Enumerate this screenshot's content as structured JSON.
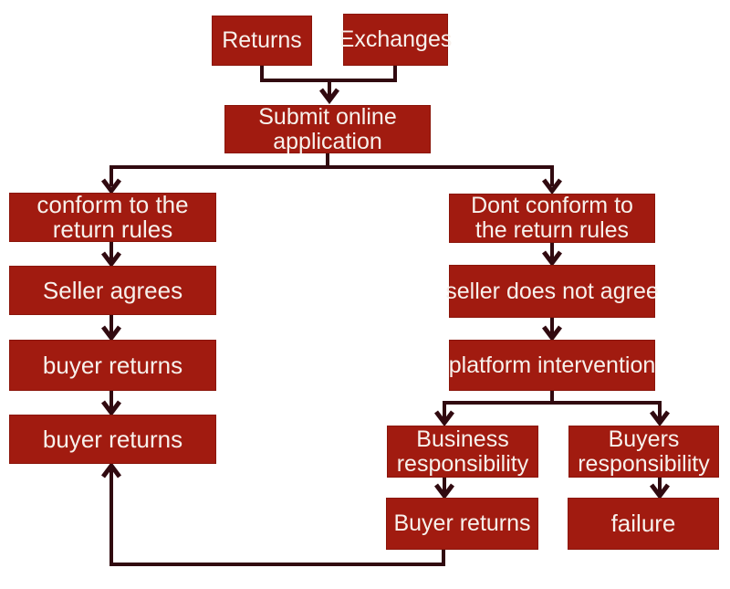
{
  "diagram": {
    "type": "flowchart",
    "topic": "online returns and exchanges process",
    "colors": {
      "background": "#ffffff",
      "box_fill": "#a11b10",
      "box_border": "#8a150a",
      "connector_line": "#310a10",
      "text": "#f7f1ec"
    },
    "nodes": {
      "returns": {
        "label": "Returns"
      },
      "exchanges": {
        "label": "Exchanges"
      },
      "submit_application": {
        "label": "Submit online application"
      },
      "conform_rules": {
        "label": "conform to the return rules"
      },
      "dont_conform_rules": {
        "label": "Dont conform to the return rules"
      },
      "seller_agrees": {
        "label": "Seller agrees"
      },
      "seller_does_not_agree": {
        "label": "seller does not agree"
      },
      "buyer_returns_left_1": {
        "label": "buyer returns"
      },
      "platform_intervention": {
        "label": "platform intervention"
      },
      "buyer_returns_left_2": {
        "label": "buyer returns"
      },
      "business_responsibility": {
        "label": "Business responsibility"
      },
      "buyers_responsibility": {
        "label": "Buyers responsibility"
      },
      "buyer_returns_bottom": {
        "label": "Buyer returns"
      },
      "failure": {
        "label": "failure"
      }
    },
    "edges": [
      "Returns -> Submit online application",
      "Exchanges -> Submit online application",
      "Submit online application -> conform to the return rules",
      "Submit online application -> Dont conform to the return rules",
      "conform to the return rules -> Seller agrees",
      "Seller agrees -> buyer returns",
      "buyer returns -> buyer returns",
      "Dont conform to the return rules -> seller does not agree",
      "seller does not agree -> platform intervention",
      "platform intervention -> Business responsibility",
      "platform intervention -> Buyers responsibility",
      "Business responsibility -> Buyer returns",
      "Buyers responsibility -> failure",
      "Buyer returns -> buyer returns (loop back)"
    ]
  }
}
